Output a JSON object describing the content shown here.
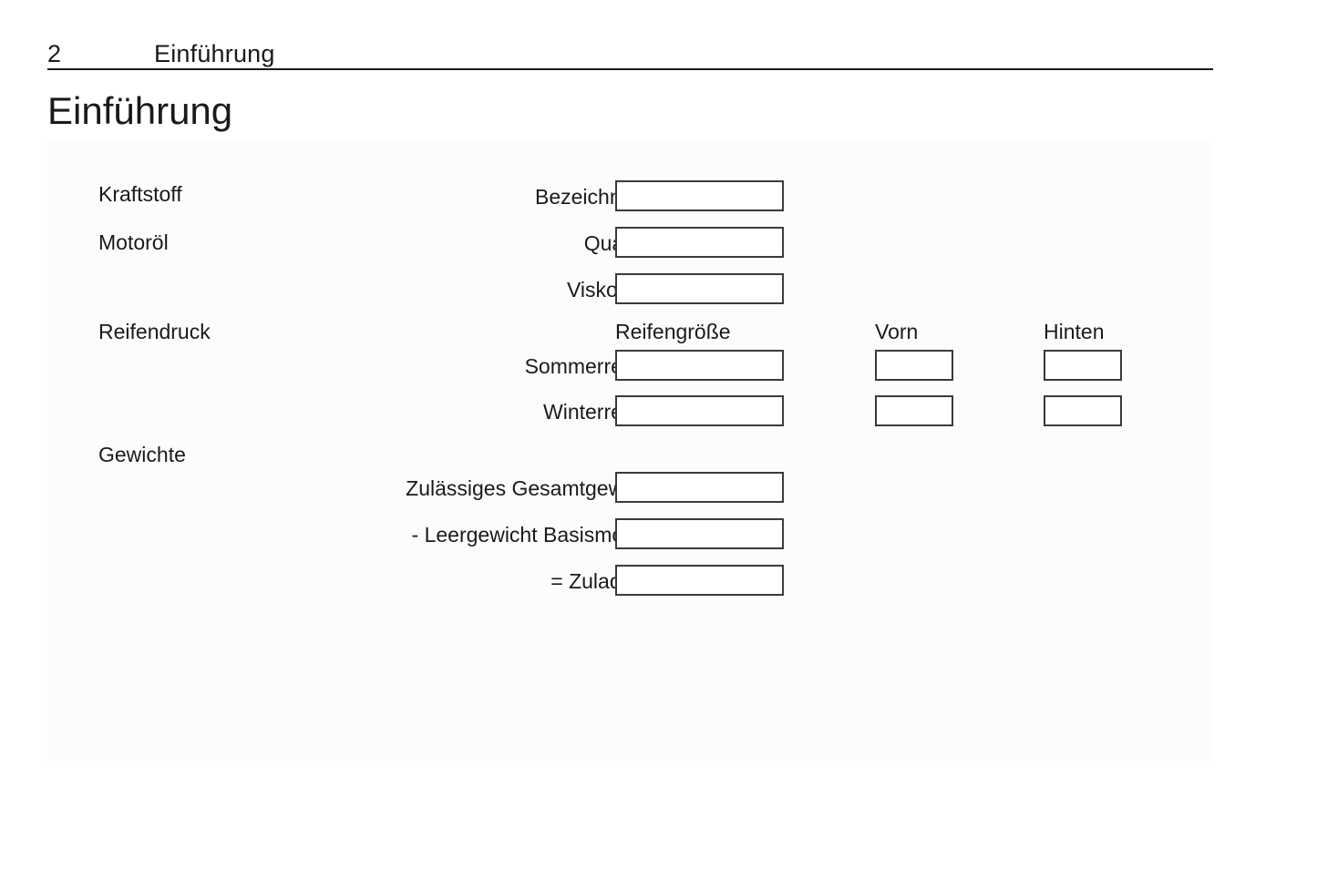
{
  "header": {
    "page_number": "2",
    "chapter": "Einführung"
  },
  "title": "Einführung",
  "sections": {
    "fuel_label": "Kraftstoff",
    "engine_oil_label": "Motoröl",
    "tyre_pressure_label": "Reifendruck",
    "weights_label": "Gewichte"
  },
  "fields": {
    "designation": "Bezeichnung",
    "quality": "Qualität",
    "viscosity": "Viskosität",
    "summer_tyres": "Sommerreifen",
    "winter_tyres": "Winterreifen",
    "gross_weight": "Zulässiges Gesamtgewicht",
    "kerb_weight": "- Leergewicht Basismodell",
    "payload": "= Zuladung"
  },
  "columns": {
    "tyre_size": "Reifengröße",
    "front": "Vorn",
    "rear": "Hinten"
  },
  "values": {
    "designation": "",
    "quality": "",
    "viscosity": "",
    "summer_tyre_size": "",
    "summer_front": "",
    "summer_rear": "",
    "winter_tyre_size": "",
    "winter_front": "",
    "winter_rear": "",
    "gross_weight": "",
    "kerb_weight": "",
    "payload": ""
  },
  "colors": {
    "text": "#1a1a1a",
    "rule": "#1a1a1a",
    "box_border": "#3a3a3a",
    "page_background": "#ffffff",
    "panel_background": "#fcfcfc"
  }
}
